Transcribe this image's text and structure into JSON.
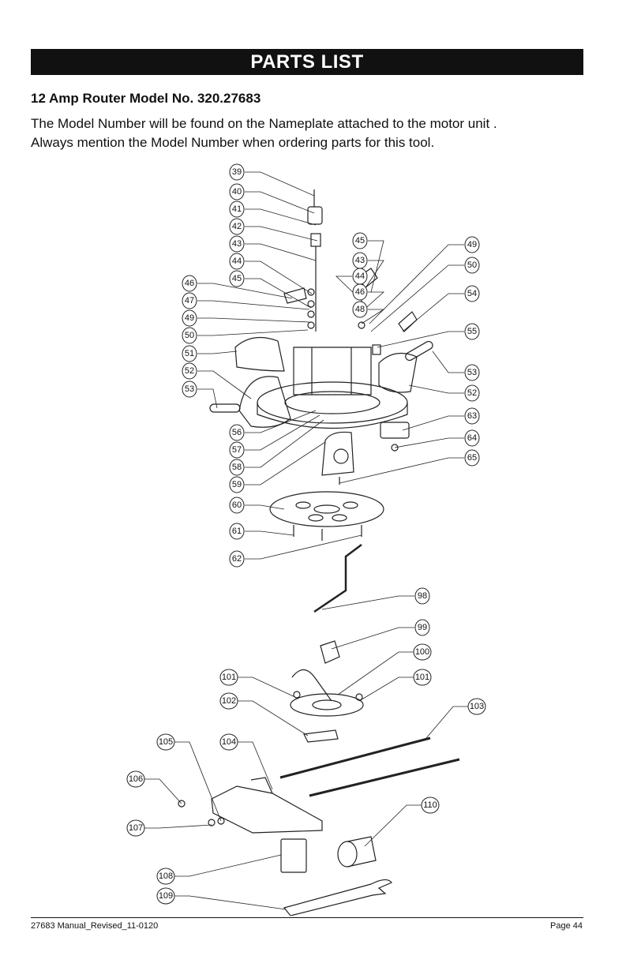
{
  "header": {
    "banner": "PARTS LIST",
    "title": "12 Amp Router Model No. 320.27683",
    "intro_lines": [
      "The Model Number will be found on the Nameplate attached to the motor unit .",
      "Always mention the Model Number when ordering parts for this tool."
    ]
  },
  "callouts": [
    "39",
    "40",
    "41",
    "42",
    "43",
    "44",
    "45",
    "46",
    "47",
    "49",
    "50",
    "51",
    "52",
    "53",
    "56",
    "57",
    "58",
    "59",
    "60",
    "61",
    "62",
    "45",
    "43",
    "44",
    "46",
    "48",
    "49",
    "50",
    "54",
    "55",
    "53",
    "52",
    "63",
    "64",
    "65",
    "98",
    "99",
    "100",
    "101",
    "101",
    "102",
    "103",
    "104",
    "105",
    "106",
    "107",
    "108",
    "109",
    "110"
  ],
  "footer": {
    "left": "27683 Manual_Revised_11-0120",
    "right": "Page 44"
  }
}
